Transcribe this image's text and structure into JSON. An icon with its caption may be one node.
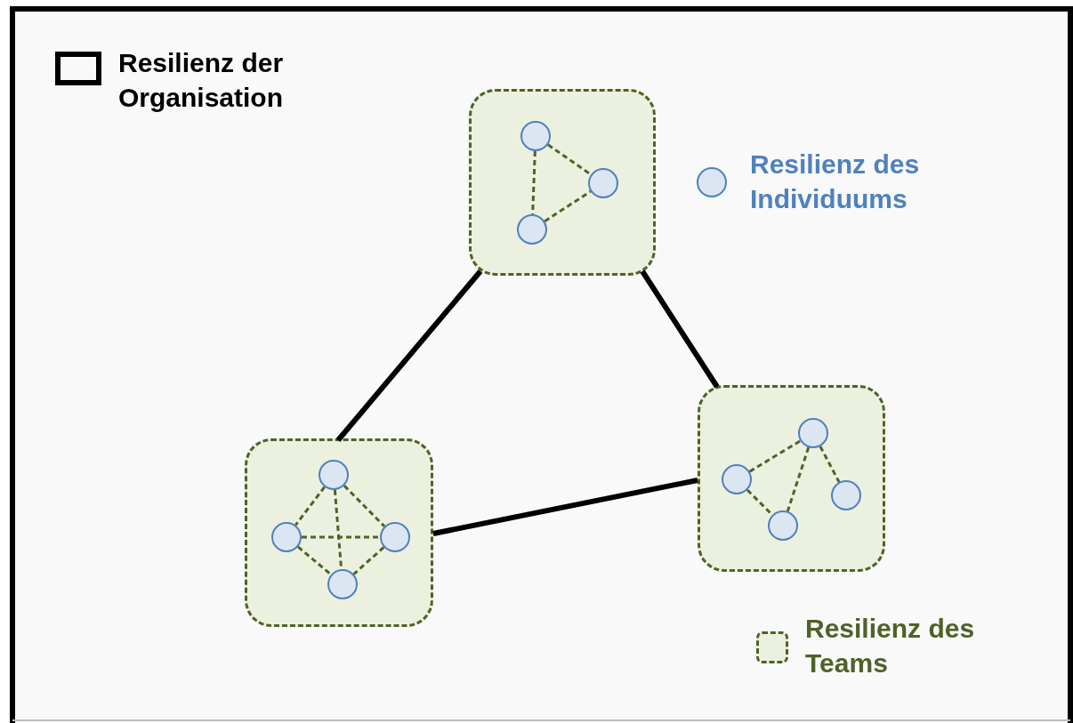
{
  "diagram": {
    "nodes": [
      {
        "text": [],
        "shape": "box"
      },
      {
        "text": [],
        "shape": "box"
      },
      {
        "text": [],
        "shape": "box"
      },
      {
        "text": [],
        "shape": "circle",
        "in": 0
      },
      {
        "text": [],
        "shape": "circle",
        "in": 0
      },
      {
        "text": [],
        "shape": "circle",
        "in": 0
      },
      {
        "text": [],
        "shape": "circle",
        "in": 1
      },
      {
        "text": [],
        "shape": "circle",
        "in": 1
      },
      {
        "text": [],
        "shape": "circle",
        "in": 1
      },
      {
        "text": [],
        "shape": "circle",
        "in": 1
      },
      {
        "text": [],
        "shape": "circle",
        "in": 2
      },
      {
        "text": [],
        "shape": "circle",
        "in": 2
      },
      {
        "text": [],
        "shape": "circle",
        "in": 2
      },
      {
        "text": [],
        "shape": "circle",
        "in": 2
      }
    ],
    "edges": [
      {
        "from": 0,
        "to": 1,
        "arrow": "none",
        "style": "thick",
        "color": "#000000"
      },
      {
        "from": 0,
        "to": 2,
        "arrow": "none",
        "style": "thick",
        "color": "#000000"
      },
      {
        "from": 1,
        "to": 2,
        "arrow": "none",
        "style": "thick",
        "color": "#000000"
      },
      {
        "from": 3,
        "to": 4,
        "arrow": "none",
        "style": "dashed"
      },
      {
        "from": 3,
        "to": 5,
        "arrow": "none",
        "style": "dashed"
      },
      {
        "from": 5,
        "to": 4,
        "arrow": "none",
        "style": "dashed"
      },
      {
        "from": 6,
        "to": 7,
        "arrow": "none",
        "style": "dashed"
      },
      {
        "from": 6,
        "to": 8,
        "arrow": "none",
        "style": "dashed"
      },
      {
        "from": 6,
        "to": 9,
        "arrow": "none",
        "style": "dashed"
      },
      {
        "from": 7,
        "to": 8,
        "arrow": "none",
        "style": "dashed"
      },
      {
        "from": 7,
        "to": 9,
        "arrow": "none",
        "style": "dashed"
      },
      {
        "from": 8,
        "to": 9,
        "arrow": "none",
        "style": "dashed"
      },
      {
        "from": 11,
        "to": 10,
        "arrow": "none",
        "style": "dashed"
      },
      {
        "from": 10,
        "to": 13,
        "arrow": "none",
        "style": "dashed"
      },
      {
        "from": 10,
        "to": 12,
        "arrow": "none",
        "style": "dashed"
      },
      {
        "from": 11,
        "to": 13,
        "arrow": "none",
        "style": "dashed"
      }
    ],
    "legend": [
      {
        "text": "Resilienz der Organisation"
      },
      {
        "text": "Resilienz des Individuums"
      },
      {
        "text": "Resilienz des Teams"
      }
    ]
  }
}
